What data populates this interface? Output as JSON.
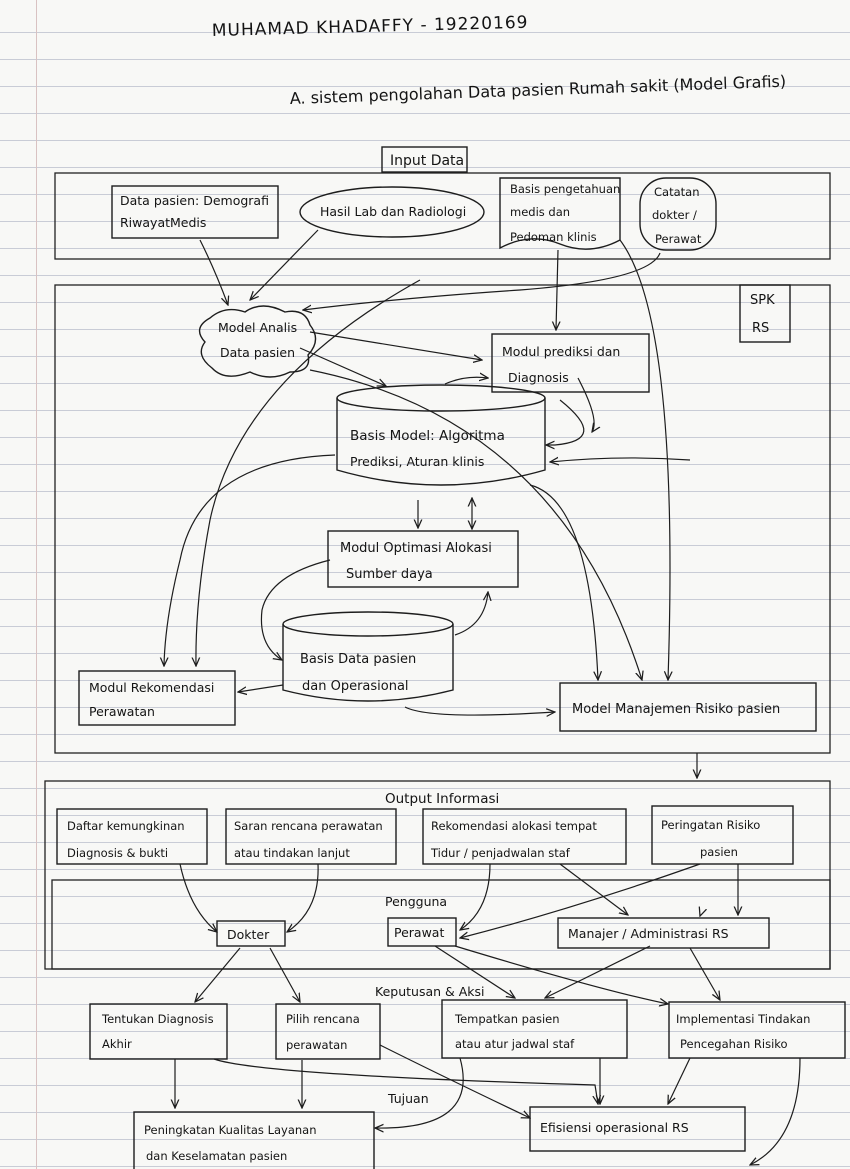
{
  "header": {
    "author": "MUHAMAD KHADAFFY - 19220169",
    "title": "A. sistem pengolahan Data pasien Rumah sakit (Model Grafis)"
  },
  "input": {
    "label": "Input Data",
    "patient_data_line1": "Data pasien: Demografi",
    "patient_data_line2": "RiwayatMedis",
    "lab_results": "Hasil Lab dan Radiologi",
    "knowledge_line1": "Basis pengetahuan",
    "knowledge_line2": "medis dan",
    "knowledge_line3": "Pedoman klinis",
    "notes_line1": "Catatan",
    "notes_line2": "dokter /",
    "notes_line3": "Perawat"
  },
  "spk": {
    "line1": "SPK",
    "line2": "RS"
  },
  "modules": {
    "analysis_line1": "Model Analis",
    "analysis_line2": "Data pasien",
    "prediction_line1": "Modul prediksi dan",
    "prediction_line2": "Diagnosis",
    "model_base_line1": "Basis Model: Algoritma",
    "model_base_line2": "Prediksi, Aturan klinis",
    "optimization_line1": "Modul Optimasi Alokasi",
    "optimization_line2": "Sumber daya",
    "database_line1": "Basis Data pasien",
    "database_line2": "dan Operasional",
    "recommendation_line1": "Modul Rekomendasi",
    "recommendation_line2": "Perawatan",
    "risk_management": "Model Manajemen Risiko pasien"
  },
  "output": {
    "label": "Output Informasi",
    "differential_line1": "Daftar kemungkinan",
    "differential_line2": "Diagnosis & bukti",
    "care_plan_line1": "Saran rencana perawatan",
    "care_plan_line2": "atau tindakan lanjut",
    "bed_alloc_line1": "Rekomendasi alokasi tempat",
    "bed_alloc_line2": "Tidur / penjadwalan staf",
    "risk_alert_line1": "Peringatan Risiko",
    "risk_alert_line2": "pasien"
  },
  "users": {
    "label": "Pengguna",
    "doctor": "Dokter",
    "nurse": "Perawat",
    "manager": "Manajer / Administrasi RS"
  },
  "actions": {
    "label": "Keputusan & Aksi",
    "diagnosis_line1": "Tentukan Diagnosis",
    "diagnosis_line2": "Akhir",
    "choose_plan_line1": "Pilih rencana",
    "choose_plan_line2": "perawatan",
    "place_patient_line1": "Tempatkan pasien",
    "place_patient_line2": "atau atur jadwal staf",
    "prevention_line1": "Implementasi Tindakan",
    "prevention_line2": "Pencegahan Risiko"
  },
  "goals": {
    "label": "Tujuan",
    "quality_line1": "Peningkatan Kualitas Layanan",
    "quality_line2": "dan Keselamatan pasien",
    "efficiency": "Efisiensi operasional RS"
  }
}
